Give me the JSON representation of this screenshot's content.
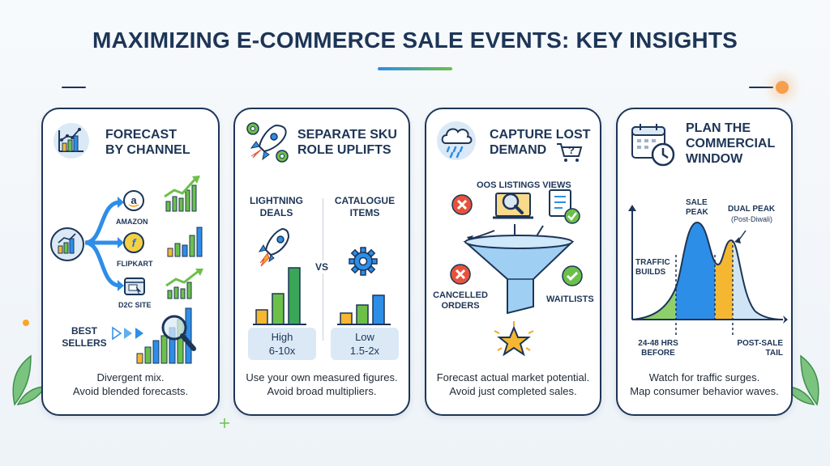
{
  "title": "MAXIMIZING E-COMMERCE SALE EVENTS: KEY INSIGHTS",
  "colors": {
    "navy": "#1d3557",
    "blue": "#2d8ee8",
    "green": "#6cc04a",
    "yellow": "#f5b731",
    "light_blue": "#dbe9f6",
    "red": "#e5533d"
  },
  "cards": [
    {
      "title_line1": "FORECAST",
      "title_line2": "BY CHANNEL",
      "icon": "bar-chart-icon",
      "channels": [
        "AMAZON",
        "FLIPKART",
        "D2C SITE"
      ],
      "best_sellers": "BEST SELLERS",
      "caption_line1": "Divergent mix.",
      "caption_line2": "Avoid blended forecasts."
    },
    {
      "title_line1": "SEPARATE SKU",
      "title_line2": "ROLE UPLIFTS",
      "icon": "rocket-icon",
      "left_label_line1": "LIGHTNING",
      "left_label_line2": "DEALS",
      "right_label_line1": "CATALOGUE",
      "right_label_line2": "ITEMS",
      "vs": "VS",
      "left_box_line1": "High",
      "left_box_line2": "6-10x",
      "right_box_line1": "Low",
      "right_box_line2": "1.5-2x",
      "caption_line1": "Use your own measured figures.",
      "caption_line2": "Avoid broad multipliers."
    },
    {
      "title_line1": "CAPTURE LOST",
      "title_line2": "DEMAND",
      "icon": "rain-cloud-icon",
      "top_label": "OOS LISTINGS VIEWS",
      "left_label_line1": "CANCELLED",
      "left_label_line2": "ORDERS",
      "right_label": "WAITLISTS",
      "caption_line1": "Forecast actual market potential.",
      "caption_line2": "Avoid just completed sales."
    },
    {
      "title_line1": "PLAN THE",
      "title_line2": "COMMERCIAL",
      "title_line3": "WINDOW",
      "icon": "calendar-clock-icon",
      "sale_peak_line1": "SALE",
      "sale_peak_line2": "PEAK",
      "dual_peak": "DUAL PEAK",
      "dual_peak_sub": "(Post-Diwali)",
      "traffic_builds_line1": "TRAFFIC",
      "traffic_builds_line2": "BUILDS",
      "before_line1": "24-48 HRS",
      "before_line2": "BEFORE",
      "tail_line1": "POST-SALE",
      "tail_line2": "TAIL",
      "caption_line1": "Watch for traffic surges.",
      "caption_line2": "Map consumer behavior waves."
    }
  ]
}
